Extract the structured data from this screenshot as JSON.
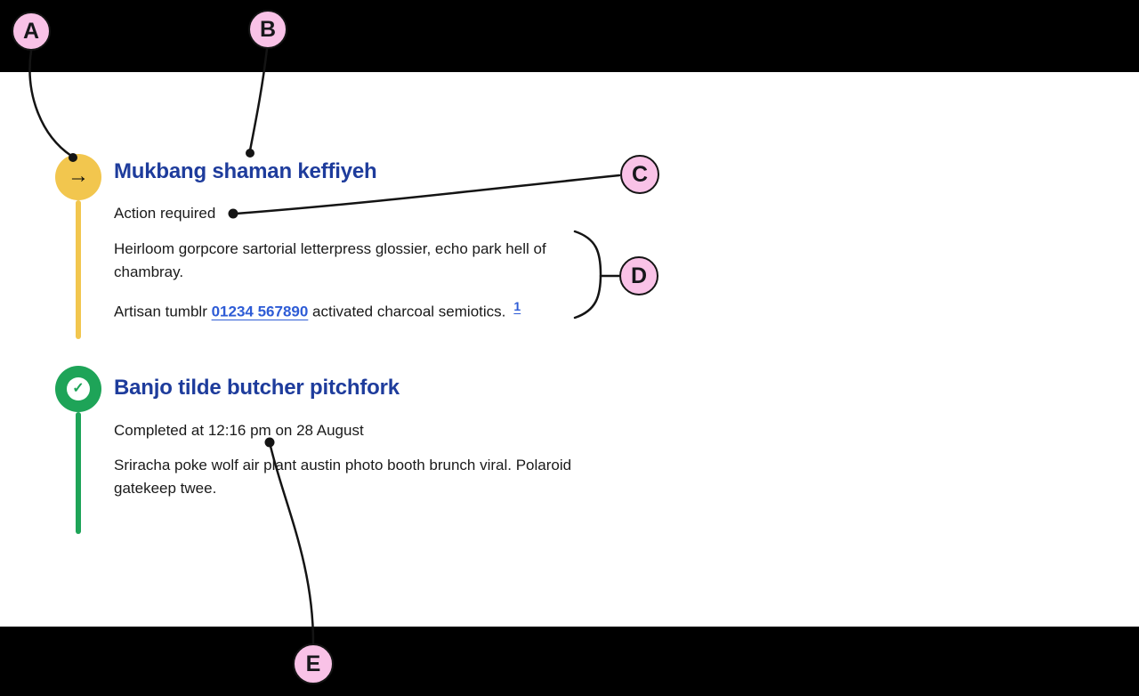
{
  "markers": [
    {
      "letter": "A"
    },
    {
      "letter": "B"
    },
    {
      "letter": "C"
    },
    {
      "letter": "D"
    },
    {
      "letter": "E"
    }
  ],
  "timeline": {
    "items": [
      {
        "title": "Mukbang shaman keffiyeh",
        "status": "Action required",
        "paragraph": "Heirloom gorpcore sartorial letterpress glossier, echo park hell of chambray.",
        "phone_prefix": "Artisan tumblr ",
        "phone_link": "01234 567890",
        "phone_suffix": " activated charcoal semiotics.",
        "footnote_ref": "1",
        "icon": "arrow-right-icon"
      },
      {
        "title": "Banjo tilde butcher pitchfork",
        "status": "Completed at 12:16 pm on 28 August",
        "paragraph": "Sriracha poke wolf air plant austin photo booth brunch viral. Polaroid gatekeep twee.",
        "icon": "check-circle-icon"
      }
    ]
  },
  "icons": {
    "arrow_right": "→",
    "check": "✓"
  },
  "colors": {
    "pending_yellow": "#F2C64E",
    "complete_green": "#1EA458",
    "heading_blue": "#1E3C9C",
    "link_blue": "#2E5CD6",
    "marker_pink": "#F9C2E7",
    "line_black": "#141414"
  }
}
